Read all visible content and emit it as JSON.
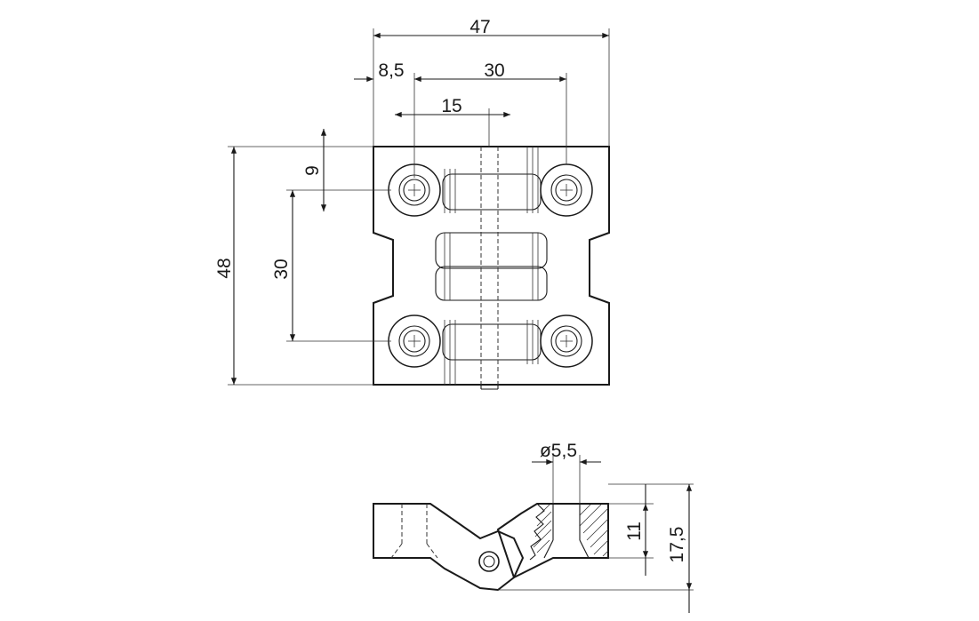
{
  "dimensions": {
    "overall_width": "47",
    "left_offset": "8,5",
    "hole_spacing_h": "30",
    "center_width": "15",
    "top_offset": "9",
    "overall_height": "48",
    "hole_spacing_v": "30",
    "hole_diameter": "ø5,5",
    "plate_thickness": "11",
    "total_height": "17,5"
  }
}
